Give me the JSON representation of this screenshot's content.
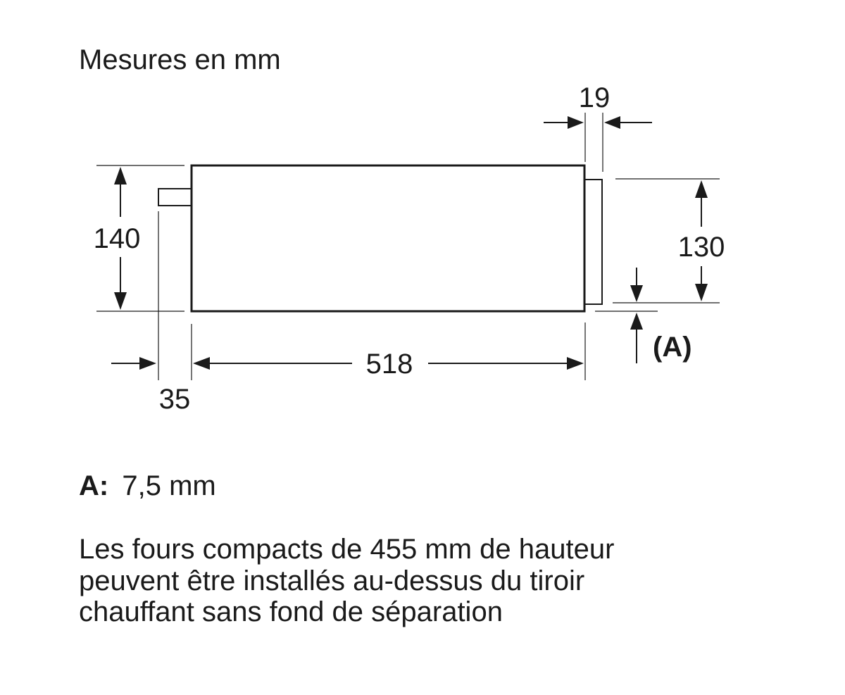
{
  "title": "Mesures en mm",
  "dimensions": {
    "top_right": "19",
    "left_height": "140",
    "right_height": "130",
    "bottom_width": "518",
    "bottom_left": "35",
    "gap_label": "(A)"
  },
  "note": {
    "label": "A:",
    "value": "7,5 mm"
  },
  "description": {
    "line1": "Les fours compacts de 455 mm de hauteur",
    "line2": "peuvent être installés au-dessus du tiroir",
    "line3": "chauffant sans fond de séparation"
  },
  "colors": {
    "ink": "#1a1a1a",
    "background": "#ffffff"
  }
}
